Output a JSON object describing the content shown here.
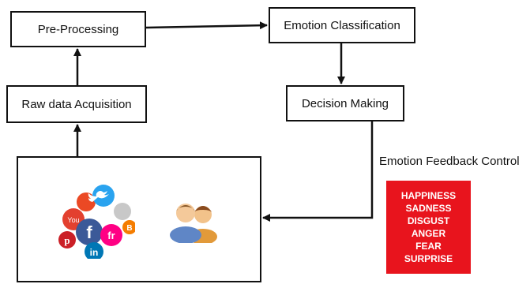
{
  "nodes": {
    "pre_processing": "Pre-Processing",
    "emotion_classification": "Emotion Classification",
    "raw_data_acquisition": "Raw data Acquisition",
    "decision_making": "Decision Making"
  },
  "feedback": {
    "label": "Emotion Feedback Control",
    "emotions": [
      "HAPPINESS",
      "SADNESS",
      "DISGUST",
      "ANGER",
      "FEAR",
      "SURPRISE"
    ]
  },
  "social_icons": [
    "twitter-icon",
    "facebook-icon",
    "linkedin-icon",
    "pinterest-icon",
    "youtube-icon",
    "flickr-icon",
    "blogger-icon",
    "stumbleupon-icon"
  ],
  "colors": {
    "panel": "#e8141d",
    "twitter": "#2aa3ef",
    "facebook": "#3b5998",
    "linkedin": "#0077b5",
    "pinterest": "#cb2027",
    "flickr": "#ff0084",
    "blogger": "#f57d00"
  }
}
